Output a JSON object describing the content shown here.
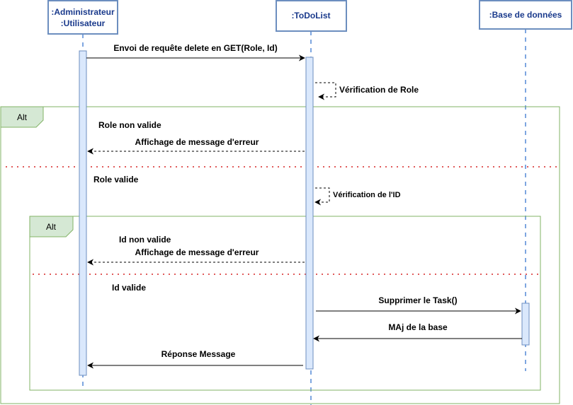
{
  "participants": {
    "admin_line1": ":Administrateur",
    "admin_line2": ":Utilisateur",
    "todolist": ":ToDoList",
    "database": ":Base de données"
  },
  "fragments": {
    "outer_alt": "Alt",
    "inner_alt": "Alt"
  },
  "guards": {
    "role_invalid": "Role non valide",
    "role_valid": "Role valide",
    "id_invalid": "Id non valide",
    "id_valid": "Id valide"
  },
  "messages": {
    "delete_request": "Envoi de requête delete en GET(Role, Id)",
    "verify_role": "Vérification de Role",
    "error_role": "Affichage de message d'erreur",
    "verify_id": "Vérification de l'ID",
    "error_id": "Affichage de message d'erreur",
    "delete_task": "Supprimer le Task()",
    "update_db": "MAj de la base",
    "response": "Réponse Message"
  },
  "colors": {
    "participant_border": "#6c8ebf",
    "participant_text": "#1a3a8c",
    "lifeline": "#7ea6e0",
    "activation_fill": "#dae8fc",
    "fragment_border": "#82b366",
    "fragment_tab_fill": "#d5e8d4",
    "separator": "#e05b5b"
  }
}
